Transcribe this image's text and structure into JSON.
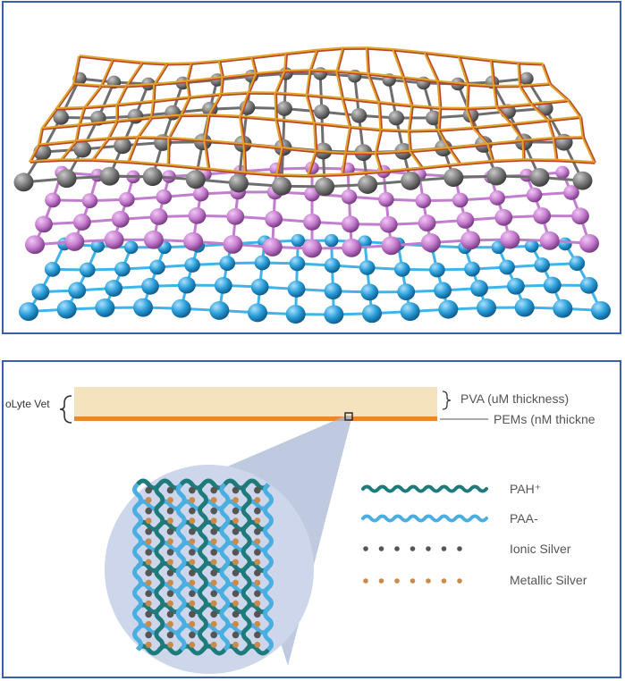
{
  "figure": {
    "top_panel": {
      "layer_colors": {
        "mesh_gold": "#e0a52c",
        "mesh_red": "#b8452a",
        "gray_atom": "#7d7d7d",
        "magenta_atom": "#c77fd0",
        "blue_atom": "#2c9fd9"
      }
    },
    "bottom_panel": {
      "left_label": "oLyte Vet",
      "layers": {
        "pva_label": "PVA (uM thickness)",
        "pems_label": "PEMs (nM thickne",
        "pva_color": "#f4e3bc",
        "pems_color": "#e8872d"
      },
      "legend": [
        {
          "label": "PAH⁺",
          "symbol": "wave",
          "color": "#1f7b7b"
        },
        {
          "label": "PAA-",
          "symbol": "wave",
          "color": "#4aaee0"
        },
        {
          "label": "Ionic Silver",
          "symbol": "dots",
          "color": "#555555"
        },
        {
          "label": "Metallic Silver",
          "symbol": "dots",
          "color": "#c98a4a"
        }
      ],
      "zoom_circle_color": "#cdd6ea"
    }
  }
}
